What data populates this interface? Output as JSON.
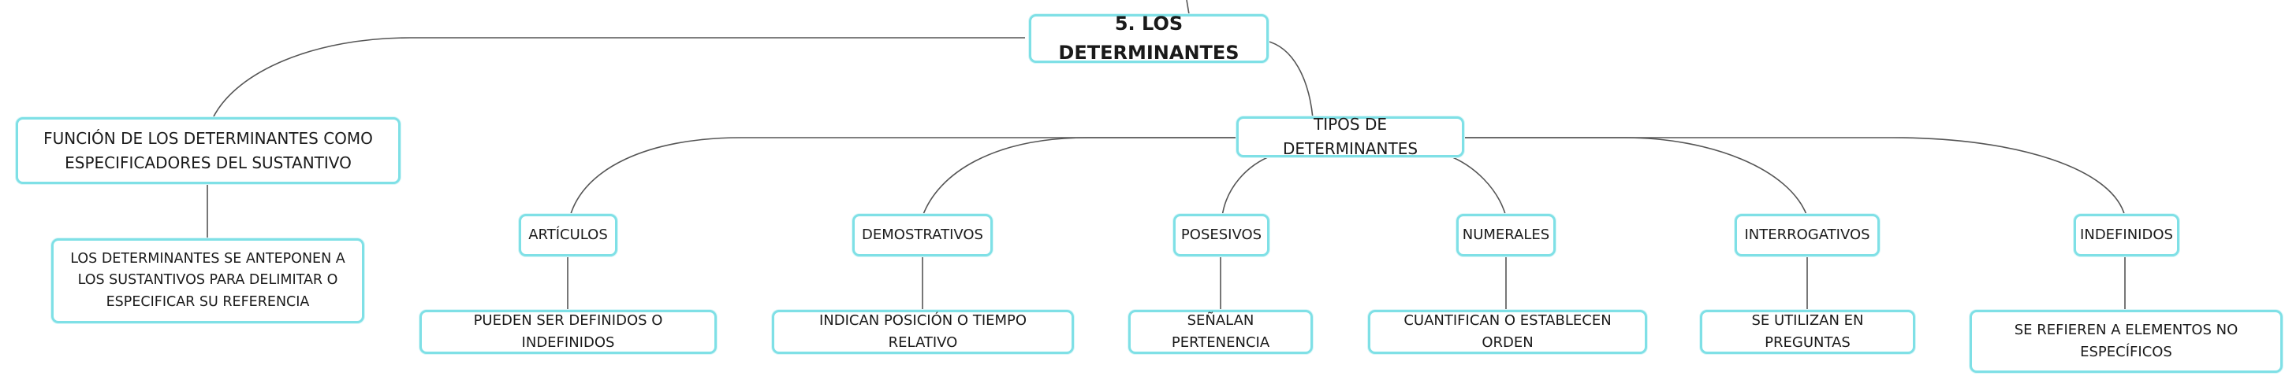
{
  "root": {
    "title": "5. LOS DETERMINANTES"
  },
  "function_branch": {
    "title": "FUNCIÓN DE LOS DETERMINANTES COMO ESPECIFICADORES DEL SUSTANTIVO",
    "description": "LOS DETERMINANTES SE ANTEPONEN A LOS SUSTANTIVOS PARA DELIMITAR O ESPECIFICAR SU REFERENCIA"
  },
  "types_branch": {
    "title": "TIPOS DE DETERMINANTES",
    "types": [
      {
        "name": "ARTÍCULOS",
        "description": "PUEDEN SER DEFINIDOS O INDEFINIDOS"
      },
      {
        "name": "DEMOSTRATIVOS",
        "description": "INDICAN POSICIÓN O TIEMPO RELATIVO"
      },
      {
        "name": "POSESIVOS",
        "description": "SEÑALAN PERTENENCIA"
      },
      {
        "name": "NUMERALES",
        "description": "CUANTIFICAN O ESTABLECEN ORDEN"
      },
      {
        "name": "INTERROGATIVOS",
        "description": "SE UTILIZAN EN PREGUNTAS"
      },
      {
        "name": "INDEFINIDOS",
        "description": "SE REFIEREN A ELEMENTOS NO ESPECÍFICOS"
      }
    ]
  }
}
